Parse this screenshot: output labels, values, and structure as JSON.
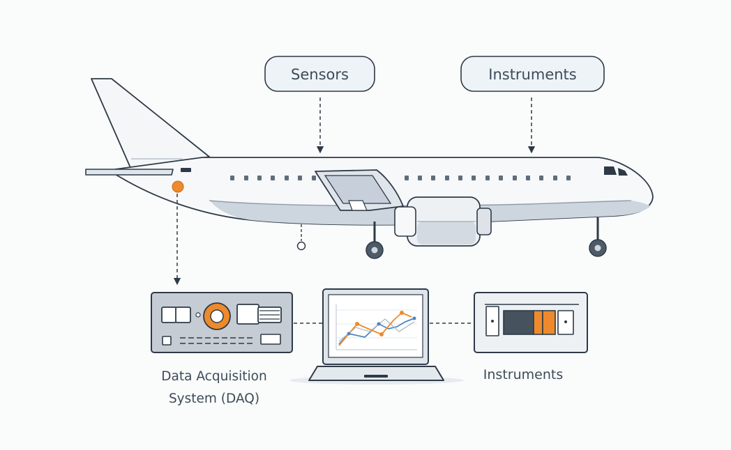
{
  "callouts": {
    "sensors": "Sensors",
    "instruments": "Instruments"
  },
  "labels": {
    "daq_line1": "Data Acquisition",
    "daq_line2": "System (DAQ)",
    "instruments_panel": "Instruments"
  },
  "colors": {
    "outline": "#2e3a46",
    "fuselage": "#f6f8fa",
    "belly": "#cdd5de",
    "callout_fill": "#eef3f7",
    "accent": "#ee8a2b",
    "panel_fill": "#c5ccd4",
    "chart_line_blue": "#4a86c5",
    "chart_line_orange": "#ee8a2b",
    "background": "#fafbfb"
  },
  "icons": {
    "sensor_marker": "orange-dot-icon",
    "fuel_cap": "ring-icon",
    "daq_knob": "orange-knob-icon",
    "arrow": "arrow-down-icon"
  }
}
